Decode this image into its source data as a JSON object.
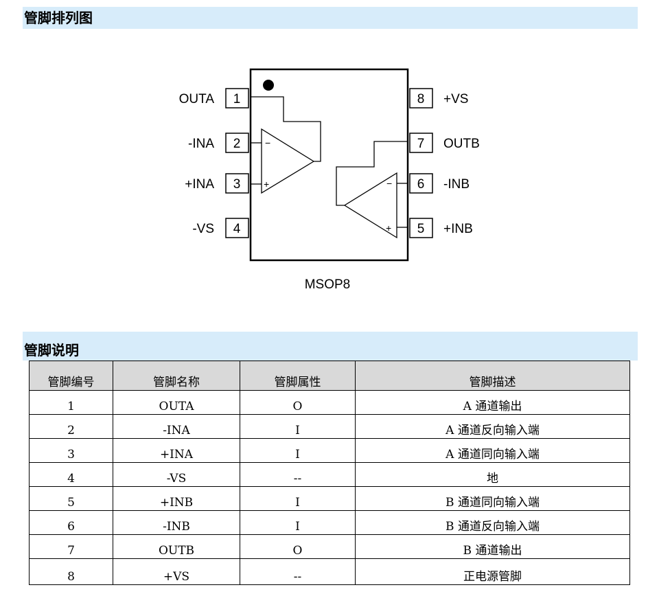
{
  "sections": {
    "pinout_title": "管脚排列图",
    "description_title": "管脚说明"
  },
  "diagram": {
    "package_label": "MSOP8",
    "left_pins": [
      {
        "number": "1",
        "name": "OUTA"
      },
      {
        "number": "2",
        "name": "-INA"
      },
      {
        "number": "3",
        "name": "+INA"
      },
      {
        "number": "4",
        "name": "-VS"
      }
    ],
    "right_pins": [
      {
        "number": "8",
        "name": "+VS"
      },
      {
        "number": "7",
        "name": "OUTB"
      },
      {
        "number": "6",
        "name": "-INB"
      },
      {
        "number": "5",
        "name": "+INB"
      }
    ],
    "opamp_signs": {
      "minus": "−",
      "plus": "+"
    }
  },
  "table": {
    "headers": [
      "管脚编号",
      "管脚名称",
      "管脚属性",
      "管脚描述"
    ],
    "rows": [
      [
        "1",
        "OUTA",
        "O",
        "A 通道输出"
      ],
      [
        "2",
        "-INA",
        "I",
        "A 通道反向输入端"
      ],
      [
        "3",
        "+INA",
        "I",
        "A 通道同向输入端"
      ],
      [
        "4",
        "-VS",
        "--",
        "地"
      ],
      [
        "5",
        "+INB",
        "I",
        "B 通道同向输入端"
      ],
      [
        "6",
        "-INB",
        "I",
        "B 通道反向输入端"
      ],
      [
        "7",
        "OUTB",
        "O",
        "B 通道输出"
      ],
      [
        "8",
        "+VS",
        "--",
        "正电源管脚"
      ]
    ]
  }
}
